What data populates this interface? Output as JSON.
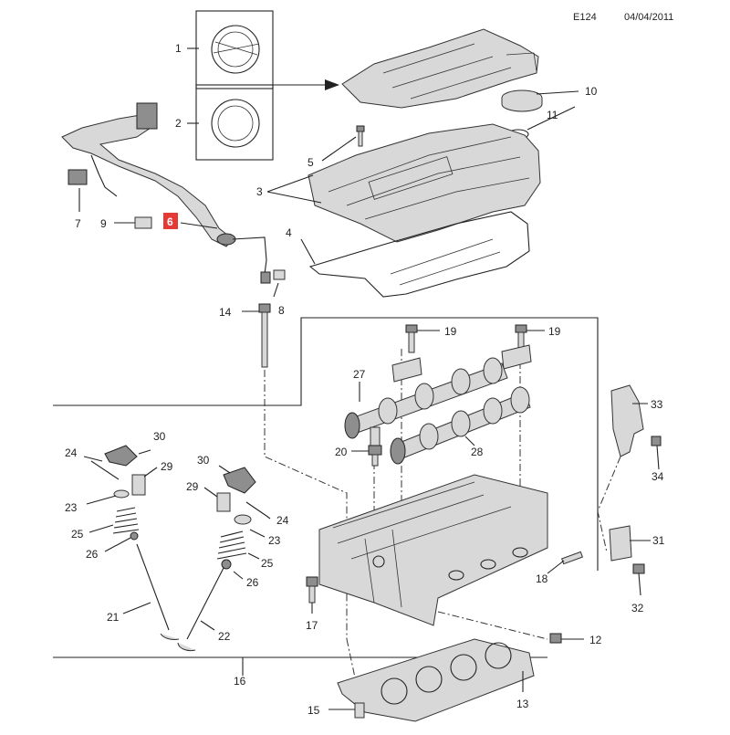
{
  "header": {
    "code": "E124",
    "date": "04/04/2011"
  },
  "highlight_color": "#e53935",
  "callouts": [
    {
      "id": "c1",
      "label": "1"
    },
    {
      "id": "c2",
      "label": "2"
    },
    {
      "id": "c3",
      "label": "3"
    },
    {
      "id": "c4",
      "label": "4"
    },
    {
      "id": "c5",
      "label": "5"
    },
    {
      "id": "c6",
      "label": "6",
      "highlighted": true
    },
    {
      "id": "c7",
      "label": "7"
    },
    {
      "id": "c8",
      "label": "8"
    },
    {
      "id": "c9",
      "label": "9"
    },
    {
      "id": "c10",
      "label": "10"
    },
    {
      "id": "c11",
      "label": "11"
    },
    {
      "id": "c12",
      "label": "12"
    },
    {
      "id": "c13",
      "label": "13"
    },
    {
      "id": "c14",
      "label": "14"
    },
    {
      "id": "c15",
      "label": "15"
    },
    {
      "id": "c16",
      "label": "16"
    },
    {
      "id": "c17",
      "label": "17"
    },
    {
      "id": "c18",
      "label": "18"
    },
    {
      "id": "c19a",
      "label": "19"
    },
    {
      "id": "c19b",
      "label": "19"
    },
    {
      "id": "c20",
      "label": "20"
    },
    {
      "id": "c21",
      "label": "21"
    },
    {
      "id": "c22",
      "label": "22"
    },
    {
      "id": "c23a",
      "label": "23"
    },
    {
      "id": "c23b",
      "label": "23"
    },
    {
      "id": "c24a",
      "label": "24"
    },
    {
      "id": "c24b",
      "label": "24"
    },
    {
      "id": "c25a",
      "label": "25"
    },
    {
      "id": "c25b",
      "label": "25"
    },
    {
      "id": "c26a",
      "label": "26"
    },
    {
      "id": "c26b",
      "label": "26"
    },
    {
      "id": "c27",
      "label": "27"
    },
    {
      "id": "c28",
      "label": "28"
    },
    {
      "id": "c29a",
      "label": "29"
    },
    {
      "id": "c29b",
      "label": "29"
    },
    {
      "id": "c30a",
      "label": "30"
    },
    {
      "id": "c30b",
      "label": "30"
    },
    {
      "id": "c31",
      "label": "31"
    },
    {
      "id": "c32",
      "label": "32"
    },
    {
      "id": "c33",
      "label": "33"
    },
    {
      "id": "c34",
      "label": "34"
    }
  ]
}
